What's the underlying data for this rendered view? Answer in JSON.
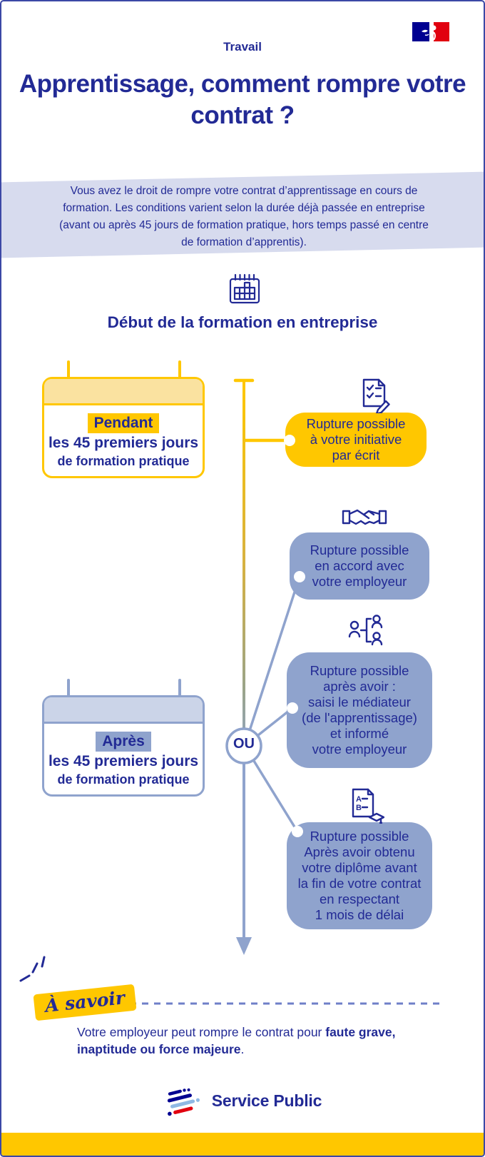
{
  "page": {
    "brand": "Travail",
    "title": "Apprentissage, comment rompre votre contrat ?",
    "intro": "Vous avez le droit de rompre votre contrat d’apprentissage en cours de formation. Les conditions varient selon la durée déjà passée en entreprise (avant ou après 45 jours de formation pratique, hors temps passé en centre de formation d’apprentis)."
  },
  "timeline": {
    "icon": "calendar-icon",
    "heading": "Début de la formation en entreprise",
    "or_label": "OU",
    "periods": [
      {
        "id": "during",
        "highlight": "Pendant",
        "line1": "les 45 premiers jours",
        "line2": "de formation pratique"
      },
      {
        "id": "after",
        "highlight": "Après",
        "line1": "les 45 premiers jours",
        "line2": "de formation pratique"
      }
    ],
    "outcomes": [
      {
        "icon": "checklist-pen-icon",
        "text": "Rupture possible\nà votre initiative\npar écrit"
      },
      {
        "icon": "handshake-icon",
        "text": "Rupture possible\nen accord avec\nvotre employeur"
      },
      {
        "icon": "mediator-icon",
        "text": "Rupture possible\naprès avoir :\nsaisi le médiateur\n(de l'apprentissage)\net informé\nvotre employeur"
      },
      {
        "icon": "diploma-icon",
        "text": "Rupture possible\nAprès avoir obtenu\nvotre diplôme avant\nla fin de votre contrat\nen respectant\n1 mois de délai"
      }
    ]
  },
  "note": {
    "badge": "À savoir",
    "text": "Votre employeur peut rompre le contrat pour ",
    "bold": "faute grave, inaptitude ou force majeure",
    "suffix": "."
  },
  "footer": {
    "brand": "Service Public"
  },
  "icons": {
    "diploma_letter_a": "A",
    "diploma_letter_b": "B"
  },
  "colors": {
    "navy": "#222A95",
    "gold": "#FFC700",
    "gold_light": "#FAE2A0",
    "periwinkle": "#8FA3CD",
    "periwinkle_light": "#CBD4E8",
    "lavender_band": "#D7DBEE",
    "flag_blue": "#000091",
    "flag_red": "#E1000F",
    "dash_blue": "#6F7FC8",
    "footer_bar": "#FFC700"
  }
}
